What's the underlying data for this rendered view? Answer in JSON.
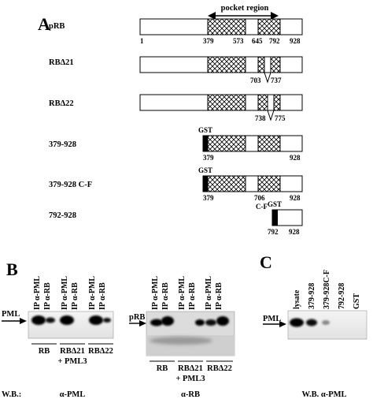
{
  "panelA": {
    "label": "A",
    "pocket_label": "pocket region",
    "constructs": [
      {
        "name": "pRB",
        "numbers": [
          "1",
          "379",
          "573",
          "645",
          "792",
          "928"
        ]
      },
      {
        "name": "RBΔ21",
        "numbers": [
          "703",
          "737"
        ]
      },
      {
        "name": "RBΔ22",
        "numbers": [
          "738",
          "775"
        ]
      },
      {
        "name": "379-928",
        "tag": "GST",
        "numbers": [
          "379",
          "928"
        ]
      },
      {
        "name": "379-928 C-F",
        "tag": "GST",
        "numbers": [
          "379",
          "706",
          "928"
        ],
        "mut": "C-F"
      },
      {
        "name": "792-928",
        "tag": "GST",
        "numbers": [
          "792",
          "928"
        ]
      }
    ]
  },
  "panelB": {
    "label": "B",
    "left_lanes": [
      "IP α-PML",
      "IP α-RB",
      "IP α-PML",
      "IP α-RB",
      "IP α-PML",
      "IP α-RB"
    ],
    "right_lanes": [
      "IP α-PML",
      "IP α-RB",
      "IP α-PML",
      "IP α-RB",
      "IP α-PML",
      "IP α-RB"
    ],
    "left_marker": "PML",
    "right_marker": "pRB",
    "groups": [
      "RB",
      "RBΔ21",
      "RBΔ22"
    ],
    "subgroup": "+ PML3",
    "wb_label": "W.B.:",
    "wb_left": "α-PML",
    "wb_right": "α-RB"
  },
  "panelC": {
    "label": "C",
    "lanes": [
      "lysate",
      "379-928",
      "379-928C-F",
      "792-928",
      "GST"
    ],
    "marker": "PML",
    "wb": "W.B. α-PML"
  }
}
